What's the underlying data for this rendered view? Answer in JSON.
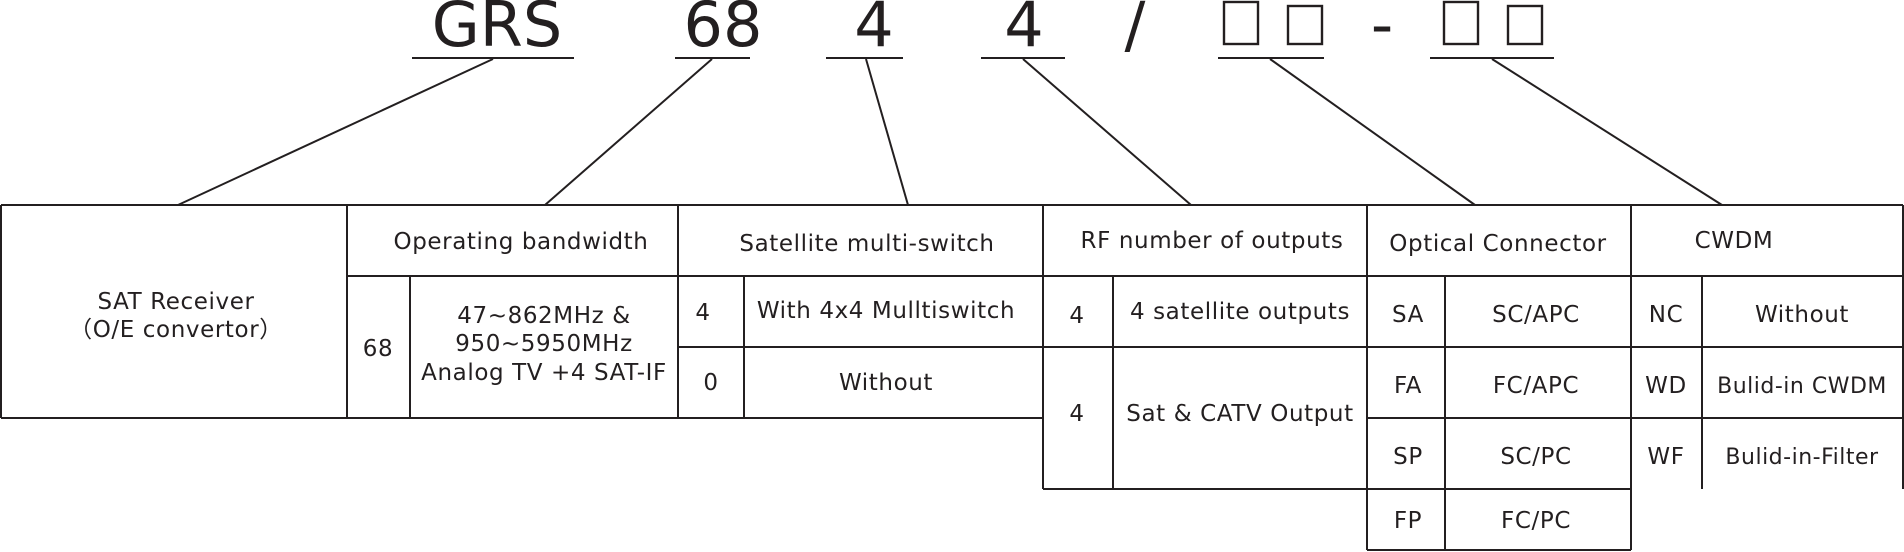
{
  "code": {
    "prefix": "GRS",
    "bandwidth": "68",
    "multiswitch": "4",
    "rf_outputs": "4",
    "slash": "/",
    "dash": "-"
  },
  "columns": {
    "receiver": {
      "title": "SAT Receiver",
      "subtitle": "（O/E convertor）"
    },
    "bandwidth": {
      "header": "Operating bandwidth",
      "code": "68",
      "desc_lines": [
        "47~862MHz &",
        "950~5950MHz",
        "Analog TV +4 SAT-IF"
      ]
    },
    "multiswitch": {
      "header": "Satellite multi-switch",
      "rows": [
        {
          "code": "4",
          "desc": "With 4x4 Mulltiswitch"
        },
        {
          "code": "0",
          "desc": "Without"
        }
      ]
    },
    "rf_outputs": {
      "header": "RF number of outputs",
      "rows": [
        {
          "code": "4",
          "desc": "4 satellite outputs"
        },
        {
          "code": "4",
          "desc": "Sat & CATV Output"
        }
      ]
    },
    "optical": {
      "header": "Optical Connector",
      "rows": [
        {
          "code": "SA",
          "desc": "SC/APC"
        },
        {
          "code": "FA",
          "desc": "FC/APC"
        },
        {
          "code": "SP",
          "desc": "SC/PC"
        },
        {
          "code": "FP",
          "desc": "FC/PC"
        }
      ]
    },
    "cwdm": {
      "header": "CWDM",
      "rows": [
        {
          "code": "NC",
          "desc": "Without"
        },
        {
          "code": "WD",
          "desc": "Bulid-in CWDM"
        },
        {
          "code": "WF",
          "desc": "Bulid-in-Filter"
        }
      ]
    }
  }
}
